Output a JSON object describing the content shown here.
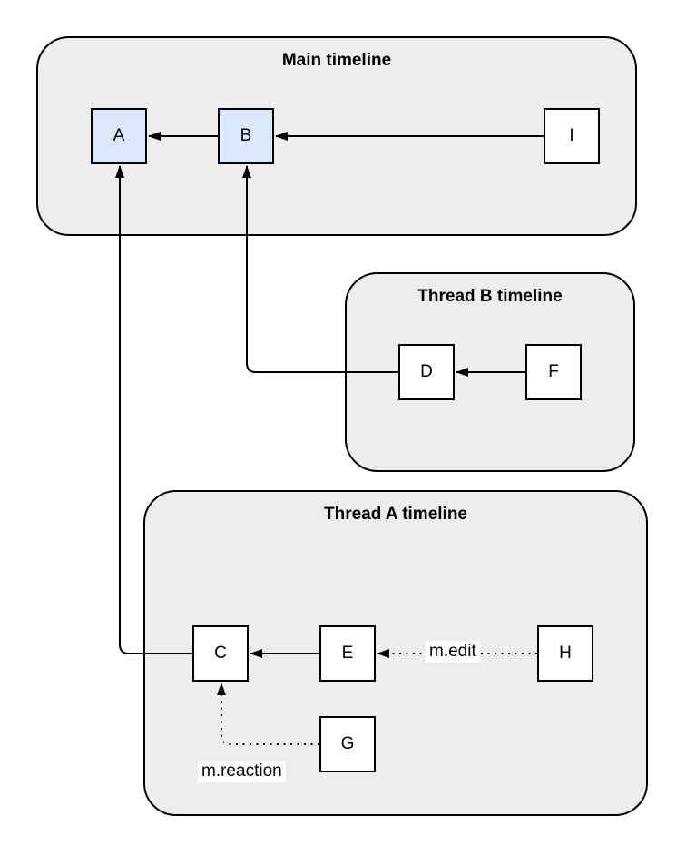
{
  "diagram": {
    "type": "event-dag-timelines",
    "colors": {
      "background": "#ffffff",
      "container_fill": "#ededed",
      "container_border": "#000000",
      "node_fill_default": "#ffffff",
      "node_fill_highlight": "#dae8fc",
      "node_border": "#000000",
      "edge_color": "#000000",
      "edge_label_background": "#ffffff"
    },
    "containers": [
      {
        "id": "main",
        "title": "Main timeline"
      },
      {
        "id": "thread_b",
        "title": "Thread B timeline"
      },
      {
        "id": "thread_a",
        "title": "Thread A timeline"
      }
    ],
    "nodes": [
      {
        "id": "A",
        "label": "A",
        "container": "main",
        "highlighted": true
      },
      {
        "id": "B",
        "label": "B",
        "container": "main",
        "highlighted": true
      },
      {
        "id": "I",
        "label": "I",
        "container": "main",
        "highlighted": false
      },
      {
        "id": "D",
        "label": "D",
        "container": "thread_b",
        "highlighted": false
      },
      {
        "id": "F",
        "label": "F",
        "container": "thread_b",
        "highlighted": false
      },
      {
        "id": "C",
        "label": "C",
        "container": "thread_a",
        "highlighted": false
      },
      {
        "id": "E",
        "label": "E",
        "container": "thread_a",
        "highlighted": false
      },
      {
        "id": "H",
        "label": "H",
        "container": "thread_a",
        "highlighted": false
      },
      {
        "id": "G",
        "label": "G",
        "container": "thread_a",
        "highlighted": false
      }
    ],
    "edges": [
      {
        "from": "B",
        "to": "A",
        "style": "solid",
        "label": ""
      },
      {
        "from": "I",
        "to": "B",
        "style": "solid",
        "label": ""
      },
      {
        "from": "F",
        "to": "D",
        "style": "solid",
        "label": ""
      },
      {
        "from": "D",
        "to": "B",
        "style": "solid",
        "label": ""
      },
      {
        "from": "E",
        "to": "C",
        "style": "solid",
        "label": ""
      },
      {
        "from": "C",
        "to": "A",
        "style": "solid",
        "label": ""
      },
      {
        "from": "H",
        "to": "E",
        "style": "dotted",
        "label": "m.edit"
      },
      {
        "from": "G",
        "to": "C",
        "style": "dotted",
        "label": "m.reaction"
      }
    ]
  }
}
